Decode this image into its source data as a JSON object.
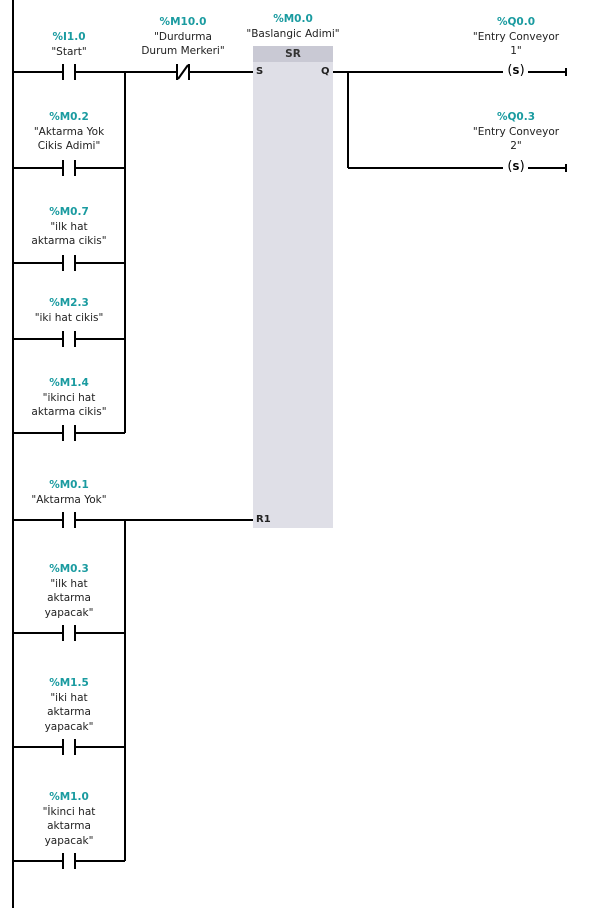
{
  "set_contacts": [
    {
      "address": "%I1.0",
      "name": "\"Start\""
    },
    {
      "address": "%M0.2",
      "name": "\"Aktarma Yok\nCikis Adimi\""
    },
    {
      "address": "%M0.7",
      "name": "\"ilk hat\naktarma cikis\""
    },
    {
      "address": "%M2.3",
      "name": "\"iki hat cikis\""
    },
    {
      "address": "%M1.4",
      "name": "\"ikinci hat\naktarma cikis\""
    }
  ],
  "reset_contacts": [
    {
      "address": "%M0.1",
      "name": "\"Aktarma Yok\""
    },
    {
      "address": "%M0.3",
      "name": "\"ilk hat\naktarma\nyapacak\""
    },
    {
      "address": "%M1.5",
      "name": "\"iki hat\naktarma\nyapacak\""
    },
    {
      "address": "%M1.0",
      "name": "\"İkinci hat\naktarma\nyapacak\""
    }
  ],
  "nc_contact": {
    "address": "%M10.0",
    "name": "\"Durdurma\nDurum Merkeri\""
  },
  "sr_block": {
    "address": "%M0.0",
    "name": "\"Baslangic Adimi\"",
    "type": "SR",
    "pin_s": "S",
    "pin_r1": "R1",
    "pin_q": "Q"
  },
  "coils": [
    {
      "address": "%Q0.0",
      "name": "\"Entry Conveyor\n1\"",
      "type": "S"
    },
    {
      "address": "%Q0.3",
      "name": "\"Entry Conveyor\n2\"",
      "type": "S"
    }
  ],
  "colors": {
    "address": "#1a9ba0",
    "wire": "#000000",
    "block": "#dfdfe7"
  }
}
